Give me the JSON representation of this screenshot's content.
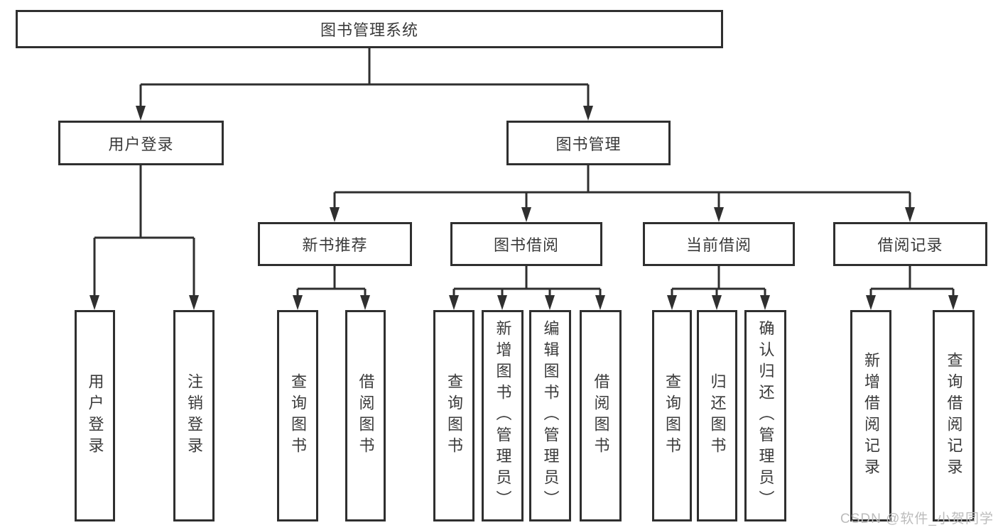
{
  "tree": {
    "root": {
      "label": "图书管理系统"
    },
    "level2": [
      {
        "label": "用户登录",
        "children": [
          {
            "label": "用户登录"
          },
          {
            "label": "注销登录"
          }
        ]
      },
      {
        "label": "图书管理",
        "children": [
          {
            "label": "新书推荐",
            "children": [
              {
                "label": "查询图书"
              },
              {
                "label": "借阅图书"
              }
            ]
          },
          {
            "label": "图书借阅",
            "children": [
              {
                "label": "查询图书"
              },
              {
                "label": "新增图书（管理员）"
              },
              {
                "label": "编辑图书（管理员）"
              },
              {
                "label": "借阅图书"
              }
            ]
          },
          {
            "label": "当前借阅",
            "children": [
              {
                "label": "查询图书"
              },
              {
                "label": "归还图书"
              },
              {
                "label": "确认归还（管理员）"
              }
            ]
          },
          {
            "label": "借阅记录",
            "children": [
              {
                "label": "新增借阅记录"
              },
              {
                "label": "查询借阅记录"
              }
            ]
          }
        ]
      }
    ]
  },
  "watermark": {
    "text": "CSDN @软件_小贺同学"
  },
  "colors": {
    "line": "#2f2f2f",
    "node_border": "#2f2f2f",
    "node_fill": "#ffffff",
    "text": "#3a3a3a",
    "watermark_text": "#bcbcbc",
    "background": "#ffffff"
  }
}
